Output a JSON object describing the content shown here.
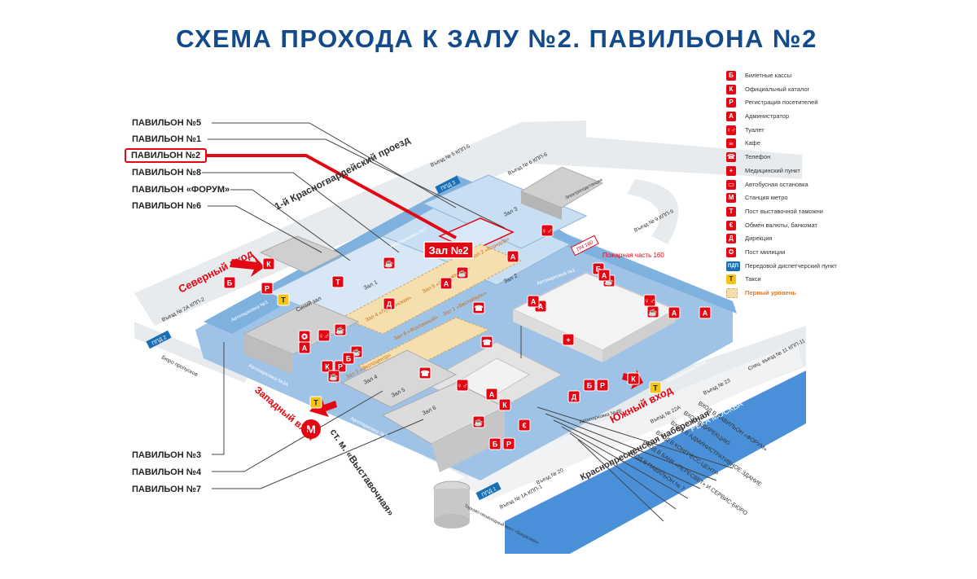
{
  "title": "СХЕМА ПРОХОДА К ЗАЛУ №2. ПАВИЛЬОНА №2",
  "pavilions_left": [
    "ПАВИЛЬОН №5",
    "ПАВИЛЬОН №1",
    "ПАВИЛЬОН №2",
    "ПАВИЛЬОН №8",
    "ПАВИЛЬОН «ФОРУМ»",
    "ПАВИЛЬОН №6"
  ],
  "pavilions_bottom": [
    "ПАВИЛЬОН №3",
    "ПАВИЛЬОН №4",
    "ПАВИЛЬОН №7"
  ],
  "highlight": {
    "label": "Зал №2",
    "color": "#e30613"
  },
  "entrances": {
    "north": "Северный вход",
    "west": "Западный вход",
    "south": "Южный вход"
  },
  "streets": {
    "north": "1-й Красногвардейский проезд",
    "south": "Краснопресненская набережная",
    "river": "РЕКА МОСКВА",
    "metro": "ст. м. «Выставочная»"
  },
  "map_labels": {
    "fire_station": "Пожарная часть 160",
    "fire_badge": "ПЧ 160",
    "kpp_north": "Въезд № 5 КПП-5",
    "kpp_6": "Въезд № 6 КПП-6",
    "kpp_9": "Въезд № 9 КПП-9",
    "kpp_2a": "Въезд № 2А КПП-2",
    "kpp_11": "Спец. въезд № 11 КПП-11",
    "kpp_1a": "Въезд № 1А КПП-1",
    "kpp_20": "Въезд № 20",
    "kpp_22a": "Въезд № 22А",
    "kpp_23": "Въезд № 23",
    "ppd_1": "ППД 1",
    "ppd_2": "ППД 2",
    "ppd_3": "ППД 3",
    "bureau": "Бюро пропусков",
    "energy": "Электроподстанция",
    "center": "Торгово-пешеходный мост «Багратион»",
    "zal1": "Зал 1",
    "zal2": "Зал 2",
    "zal3": "Зал 3",
    "zal4": "Зал 4",
    "zal5": "Зал 5",
    "zal6": "Зал 6",
    "blue_hall": "Синий зал",
    "parking_3": "Автопарковка №3",
    "parking_3a": "Автопарковка №3А",
    "parking_7": "Автопарковка №7",
    "parking_4a": "Автопарковка №4А",
    "parking_4v": "Автопарковка №4В",
    "parking_1": "Автопарковка №1",
    "parking_2": "Автопарковка №2",
    "gallery_1": "Зал 3 «Экспоцентр»",
    "gallery_2": "Зал 4 «Пушкинская»",
    "gallery_3": "Зал 5 «Лобачевский»",
    "gallery_4": "Зал 6 «Фонтанный»",
    "gallery_5": "Зал 1 «Вестибюль»",
    "gallery_6": "Зал 2 «Коридор»"
  },
  "entrance_notes": [
    "ВХОД В ПАВИЛЬОН «ФОРУМ»",
    "ВХОД В ДИРЕКЦИЮ",
    "ВХОД В АДМИНИСТРАТИВНОЕ ЗДАНИЕ",
    "ВХОД В КОНГРЕСС-ЦЕНТР",
    "ВХОД В БАНК «ПЕРЕСВЕТ» И СЕРВИС-БЮРО",
    "ВХОД В ПАВИЛЬОН № 7"
  ],
  "legend": [
    {
      "glyph": "Б",
      "text": "Билетные кассы",
      "kind": "red"
    },
    {
      "glyph": "К",
      "text": "Официальный каталог",
      "kind": "red"
    },
    {
      "glyph": "Р",
      "text": "Регистрация посетителей",
      "kind": "red"
    },
    {
      "glyph": "А",
      "text": "Администратор",
      "kind": "red"
    },
    {
      "glyph": "♀♂",
      "text": "Туалет",
      "kind": "red"
    },
    {
      "glyph": "☕",
      "text": "Кафе",
      "kind": "red"
    },
    {
      "glyph": "☎",
      "text": "Телефон",
      "kind": "red"
    },
    {
      "glyph": "+",
      "text": "Медицинский пункт",
      "kind": "red"
    },
    {
      "glyph": "▭",
      "text": "Автобусная остановка",
      "kind": "red"
    },
    {
      "glyph": "M",
      "text": "Станция метро",
      "kind": "red"
    },
    {
      "glyph": "Т",
      "text": "Пост выставочной таможни",
      "kind": "red"
    },
    {
      "glyph": "€",
      "text": "Обмен валюты, банкомат",
      "kind": "red"
    },
    {
      "glyph": "Д",
      "text": "Дирекция",
      "kind": "red"
    },
    {
      "glyph": "✪",
      "text": "Пост милиции",
      "kind": "red"
    },
    {
      "glyph": "ПДП",
      "text": "Передовой диспетчерский пункт",
      "kind": "blue"
    },
    {
      "glyph": "Т",
      "text": "Такси",
      "kind": "yellow"
    },
    {
      "glyph": "",
      "text": "Первый уровень",
      "kind": "sand"
    }
  ],
  "colors": {
    "title": "#124a8a",
    "accent_red": "#e30613",
    "water": "#4a90d8",
    "ground": "#e9edf0",
    "building": "#d8d8d8",
    "hall_blue": "#b7d5ef",
    "first_level": "#f6dfaf"
  }
}
